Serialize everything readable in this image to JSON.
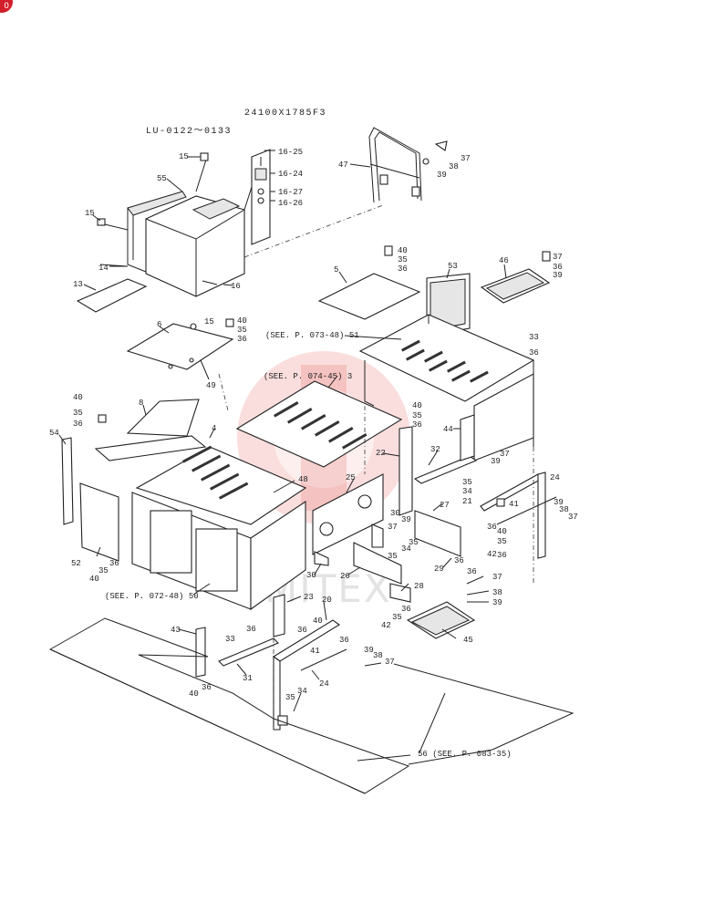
{
  "badge": {
    "text": "0"
  },
  "header": {
    "drawing_number": "24100X1785F3",
    "serial_range": "LU-0122～0133"
  },
  "watermark": {
    "text": "MITEX"
  },
  "references": {
    "ref_51": "(SEE. P. 073-48) 51",
    "ref_3": "(SEE. P. 074-45) 3",
    "ref_50": "(SEE. P. 072-48) 50",
    "ref_56": "56 (SEE. P. 083-35)"
  },
  "labels": {
    "l15a": "15",
    "l55": "55",
    "l15b": "15",
    "l14": "14",
    "l16": "16",
    "l13": "13",
    "l16_25": "16-25",
    "l16_24": "16-24",
    "l16_27": "16-27",
    "l16_26": "16-26",
    "l47": "47",
    "l37a": "37",
    "l38a": "38",
    "l39a": "39",
    "l40a": "40",
    "l35a": "35",
    "l36a": "36",
    "l5": "5",
    "l53": "53",
    "l46": "46",
    "l37b": "37",
    "l36b": "36",
    "l39b": "39",
    "l6": "6",
    "l15c": "15",
    "l40b": "40",
    "l35b": "35",
    "l36c": "36",
    "l49": "49",
    "l33a": "33",
    "l36d": "36",
    "l40c": "40",
    "l35c": "35",
    "l36e": "36",
    "l8": "8",
    "l54": "54",
    "l4": "4",
    "l40d": "40",
    "l35d": "35",
    "l36f": "36",
    "l44": "44",
    "l22": "22",
    "l32": "32",
    "l37c": "37",
    "l39c": "39",
    "l35e": "35",
    "l34a": "34",
    "l21": "21",
    "l24a": "24",
    "l48": "48",
    "l25": "25",
    "l41a": "41",
    "l39d": "39",
    "l38b": "38",
    "l37d": "37",
    "l36g": "36",
    "l40e": "40",
    "l35f": "35",
    "l36h": "36",
    "l27": "27",
    "l37e": "37",
    "l30a": "30",
    "l39e": "39",
    "l52": "52",
    "l35g": "35",
    "l40f": "40",
    "l36i": "36",
    "l34b": "34",
    "l35h": "35",
    "l42a": "42",
    "l36j": "36",
    "l30b": "30",
    "l26": "26",
    "l35i": "35",
    "l29": "29",
    "l36k": "36",
    "l28": "28",
    "l37f": "37",
    "l38c": "38",
    "l39f": "39",
    "l36l": "36",
    "l35j": "35",
    "l42b": "42",
    "l23": "23",
    "l20": "20",
    "l40g": "40",
    "l36m": "36",
    "l43": "43",
    "l33b": "33",
    "l36n": "36",
    "l31": "31",
    "l45": "45",
    "l41b": "41",
    "l36o": "36",
    "l39g": "39",
    "l38d": "38",
    "l37g": "37",
    "l24b": "24",
    "l40h": "40",
    "l36p": "36",
    "l35k": "35",
    "l34c": "34"
  }
}
